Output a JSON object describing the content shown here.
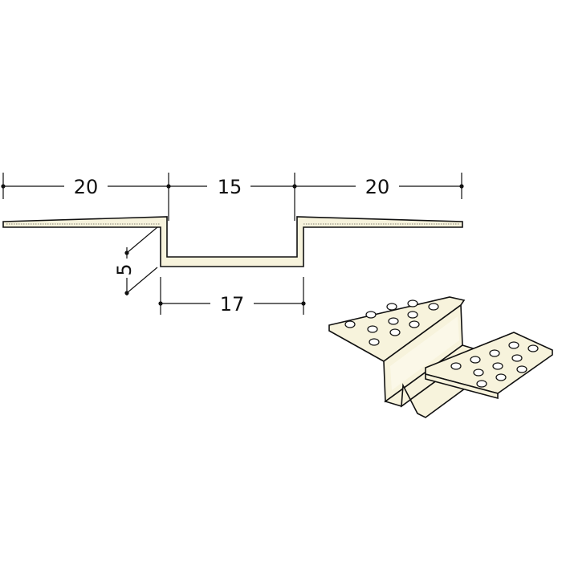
{
  "diagram": {
    "dimensions": {
      "left_flange": "20",
      "channel_width": "15",
      "right_flange": "20",
      "channel_depth": "5",
      "channel_outer_width": "17"
    },
    "colors": {
      "profile_fill": "#f7f3dc",
      "line": "#111111",
      "background": "#ffffff"
    }
  }
}
